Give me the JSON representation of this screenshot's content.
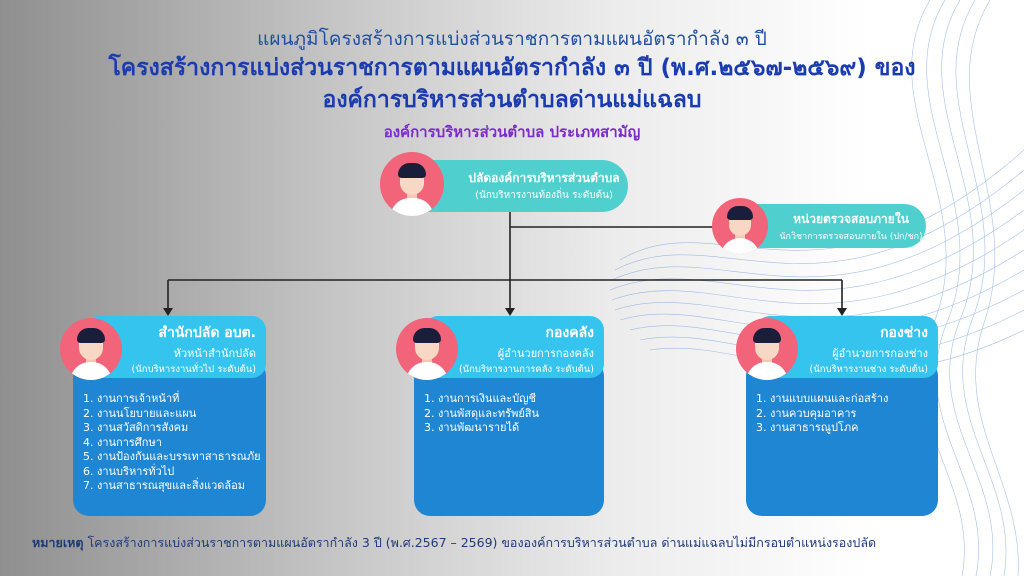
{
  "title": {
    "line1": "แผนภูมิโครงสร้างการแบ่งส่วนราชการตามแผนอัตรากำลัง ๓ ปี",
    "line2": "โครงสร้างการแบ่งส่วนราชการตามแผนอัตรากำลัง ๓ ปี (พ.ศ.๒๕๖๗-๒๕๖๙) ของ",
    "line3": "องค์การบริหารส่วนตำบลด่านแม่แฉลบ"
  },
  "subtitle": "องค์การบริหารส่วนตำบล ประเภทสามัญ",
  "top_position": {
    "title": "ปลัดองค์การบริหารส่วนตำบล",
    "rank": "(นักบริหารงานท้องถิ่น ระดับต้น)"
  },
  "audit_unit": {
    "title": "หน่วยตรวจสอบภายใน",
    "rank": "นักวิชาการตรวจสอบภายใน (ปก/ชก)"
  },
  "divisions": [
    {
      "name": "สำนักปลัด อบต.",
      "head": "หัวหน้าสำนักปลัด",
      "rank": "(นักบริหารงานทั่วไป ระดับต้น)",
      "tasks": [
        "1. งานการเจ้าหน้าที่",
        "2. งานนโยบายและแผน",
        "3. งานสวัสดิการสังคม",
        "4. งานการศึกษา",
        "5. งานป้องกันและบรรเทาสาธารณภัย",
        "6. งานบริหารทั่วไป",
        "7. งานสาธารณสุขและสิ่งแวดล้อม"
      ]
    },
    {
      "name": "กองคลัง",
      "head": "ผู้อำนวยการกองคลัง",
      "rank": "(นักบริหารงานการคลัง ระดับต้น)",
      "tasks": [
        "1. งานการเงินและบัญชี",
        "2. งานพัสดุและทรัพย์สิน",
        "3. งานพัฒนารายได้"
      ]
    },
    {
      "name": "กองช่าง",
      "head": "ผู้อำนวยการกองช่าง",
      "rank": "(นักบริหารงานช่าง ระดับต้น)",
      "tasks": [
        "1. งานแบบแผนและก่อสร้าง",
        "2. งานควบคุมอาคาร",
        "3. งานสาธารณูปโภค"
      ]
    }
  ],
  "note": {
    "label": "หมายเหตุ",
    "text": "โครงสร้างการแบ่งส่วนราชการตามแผนอัตรากำลัง 3 ปี (พ.ศ.2567 – 2569) ขององค์การบริหารส่วนตำบล ด่านแม่แฉลบไม่มีกรอบตำแหน่งรองปลัด"
  },
  "colors": {
    "title": "#1a3cb0",
    "subtitle": "#7b2cc9",
    "pill": "#4fd0cf",
    "card": "#1f86d3",
    "card_head": "#35c4ee",
    "avatar_bg": "#f2647a"
  },
  "icons": [
    "person-avatar-icon"
  ]
}
